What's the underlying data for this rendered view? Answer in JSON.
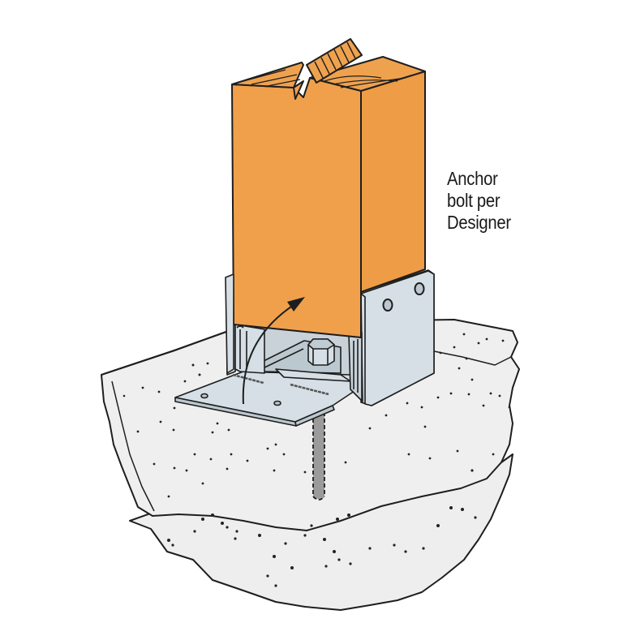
{
  "diagram": {
    "type": "construction-detail",
    "subject": "Post base connector on concrete footing",
    "components": [
      {
        "name": "wood post",
        "color": "#F0A04B"
      },
      {
        "name": "galvanized steel post base bracket",
        "color": "#D3DEE4"
      },
      {
        "name": "hex nut",
        "color": "#D3DEE4"
      },
      {
        "name": "anchor bolt (dashed, embedded)",
        "color": "#9A9A9A"
      },
      {
        "name": "concrete footing",
        "color": "#EFEFEF"
      }
    ],
    "callout": {
      "lines": [
        "Anchor",
        "bolt per",
        "Designer"
      ]
    },
    "colors": {
      "wood": "#F0A04B",
      "wood_top": "#EFA24E",
      "steel": "#D5DFE5",
      "steel_shade": "#BCC8CF",
      "concrete": "#EEEEEE",
      "bolt": "#9B9B9B",
      "outline": "#1E1E1E"
    }
  }
}
